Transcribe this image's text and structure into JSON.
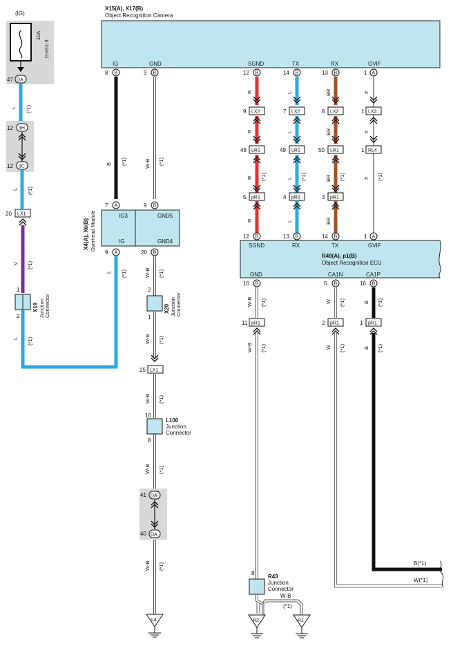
{
  "camera": {
    "title": "X15(A), X17(B)",
    "subtitle": "Object Recognition Camera",
    "pins": [
      {
        "name": "IG",
        "num": "8",
        "conn": "B"
      },
      {
        "name": "GND",
        "num": "9",
        "conn": "B"
      },
      {
        "name": "SGND",
        "num": "12",
        "conn": "B"
      },
      {
        "name": "TX",
        "num": "14",
        "conn": "B"
      },
      {
        "name": "RX",
        "num": "13",
        "conn": "B"
      },
      {
        "name": "GVIF",
        "num": "1",
        "conn": "A"
      }
    ]
  },
  "fuse": {
    "source": "(IG)",
    "rating": "10A",
    "name": "D-IG1-3",
    "pin_top": "47",
    "conn_top": "DA"
  },
  "left_wire": {
    "color1": "L",
    "shield": "(*1)",
    "jc_top": {
      "num": "12",
      "conn": "3H"
    },
    "jc_bot": {
      "num": "12",
      "conn": "3C"
    },
    "lx1": {
      "num": "20",
      "conn": "LX1"
    },
    "violet": "V",
    "x19": {
      "name": "X19",
      "desc1": "Junction",
      "desc2": "Connector",
      "pin_top": "1",
      "pin_bot": "2"
    }
  },
  "overhead": {
    "title": "X4(A), X6(B)",
    "subtitle": "Overhead Module",
    "pins_top": [
      {
        "name": "IG3",
        "num": "7",
        "conn": "A"
      },
      {
        "name": "GND5",
        "num": "9",
        "conn": "B"
      }
    ],
    "pins_bot": [
      {
        "name": "IG",
        "num": "9",
        "conn": "A"
      },
      {
        "name": "GND4",
        "num": "20",
        "conn": "B"
      }
    ]
  },
  "gnd_chain": {
    "wb": "W-B",
    "b": "B",
    "x20": {
      "name": "X20",
      "desc1": "Junction",
      "desc2": "Connector",
      "pin_top": "2",
      "pin_bot": "1"
    },
    "lx1": {
      "num": "25",
      "conn": "LX1"
    },
    "l100": {
      "name": "L100",
      "desc1": "Junction",
      "desc2": "Connector",
      "pin_top": "10",
      "pin_bot": "8"
    },
    "da_top": {
      "num": "41",
      "conn": "DA"
    },
    "da_bot": {
      "num": "40",
      "conn": "DA"
    },
    "ground": "L4"
  },
  "signal_connectors": {
    "lx2": [
      {
        "num": "9",
        "conn": "LX2"
      },
      {
        "num": "7",
        "conn": "LX2"
      },
      {
        "num": "8",
        "conn": "LX2"
      },
      {
        "num": "1",
        "conn": "LX3"
      }
    ],
    "lr1": [
      {
        "num": "48",
        "conn": "LR1"
      },
      {
        "num": "49",
        "conn": "LR1"
      },
      {
        "num": "50",
        "conn": "LR1"
      },
      {
        "num": "1",
        "conn": "RL4"
      }
    ],
    "pr1": [
      {
        "num": "5",
        "conn": "pR1"
      },
      {
        "num": "4",
        "conn": "pR1"
      },
      {
        "num": "3",
        "conn": "pR1"
      }
    ],
    "colors": [
      "R",
      "L",
      "BR",
      "#"
    ]
  },
  "ecu": {
    "title": "R49(A), p1(B)",
    "subtitle": "Object Recognition ECU",
    "pins_top": [
      {
        "name": "SGND",
        "num": "12",
        "conn": "B"
      },
      {
        "name": "RX",
        "num": "13",
        "conn": "B"
      },
      {
        "name": "TX",
        "num": "14",
        "conn": "B"
      },
      {
        "name": "GVIF",
        "num": "1",
        "conn": "A"
      }
    ],
    "pins_bot": [
      {
        "name": "GND",
        "num": "10",
        "conn": "B"
      },
      {
        "name": "CA1N",
        "num": "5",
        "conn": "B"
      },
      {
        "name": "CA1P",
        "num": "16",
        "conn": "B"
      }
    ]
  },
  "ecu_out": {
    "pr1": [
      {
        "num": "11",
        "conn": "pR1"
      },
      {
        "num": "2",
        "conn": "pR1"
      },
      {
        "num": "1",
        "conn": "pR1"
      }
    ],
    "colors": [
      "W-B",
      "W",
      "B"
    ],
    "b_out": "B(*1)",
    "w_out": "W(*1)",
    "r43": {
      "name": "R43",
      "desc1": "Junction",
      "desc2": "Connector",
      "pin_top": "8"
    },
    "wb_link": "W-B",
    "grounds": [
      "R2",
      "R1"
    ]
  }
}
